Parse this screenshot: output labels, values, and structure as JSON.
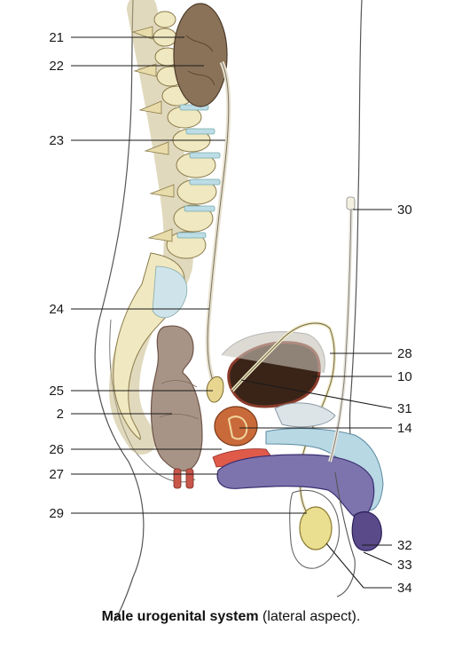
{
  "labels": {
    "l21": "21",
    "l22": "22",
    "l23": "23",
    "l24": "24",
    "l25": "25",
    "l2": "2",
    "l26": "26",
    "l27": "27",
    "l29": "29",
    "l30": "30",
    "l28": "28",
    "l10": "10",
    "l31": "31",
    "l14": "14",
    "l32": "32",
    "l33": "33",
    "l34": "34"
  },
  "caption": {
    "bold": "Male urogenital system",
    "rest": " (lateral aspect)."
  },
  "colors": {
    "bone": "#f0e8c0",
    "kidney": "#8a7258",
    "rectum": "#a89486",
    "bladder": "#3a2418",
    "penis_body": "#7d73ad",
    "glans": "#5a4a8a",
    "testis": "#eadf90",
    "prostate": "#c96a3a",
    "blue_tissue": "#b8d8e4"
  }
}
